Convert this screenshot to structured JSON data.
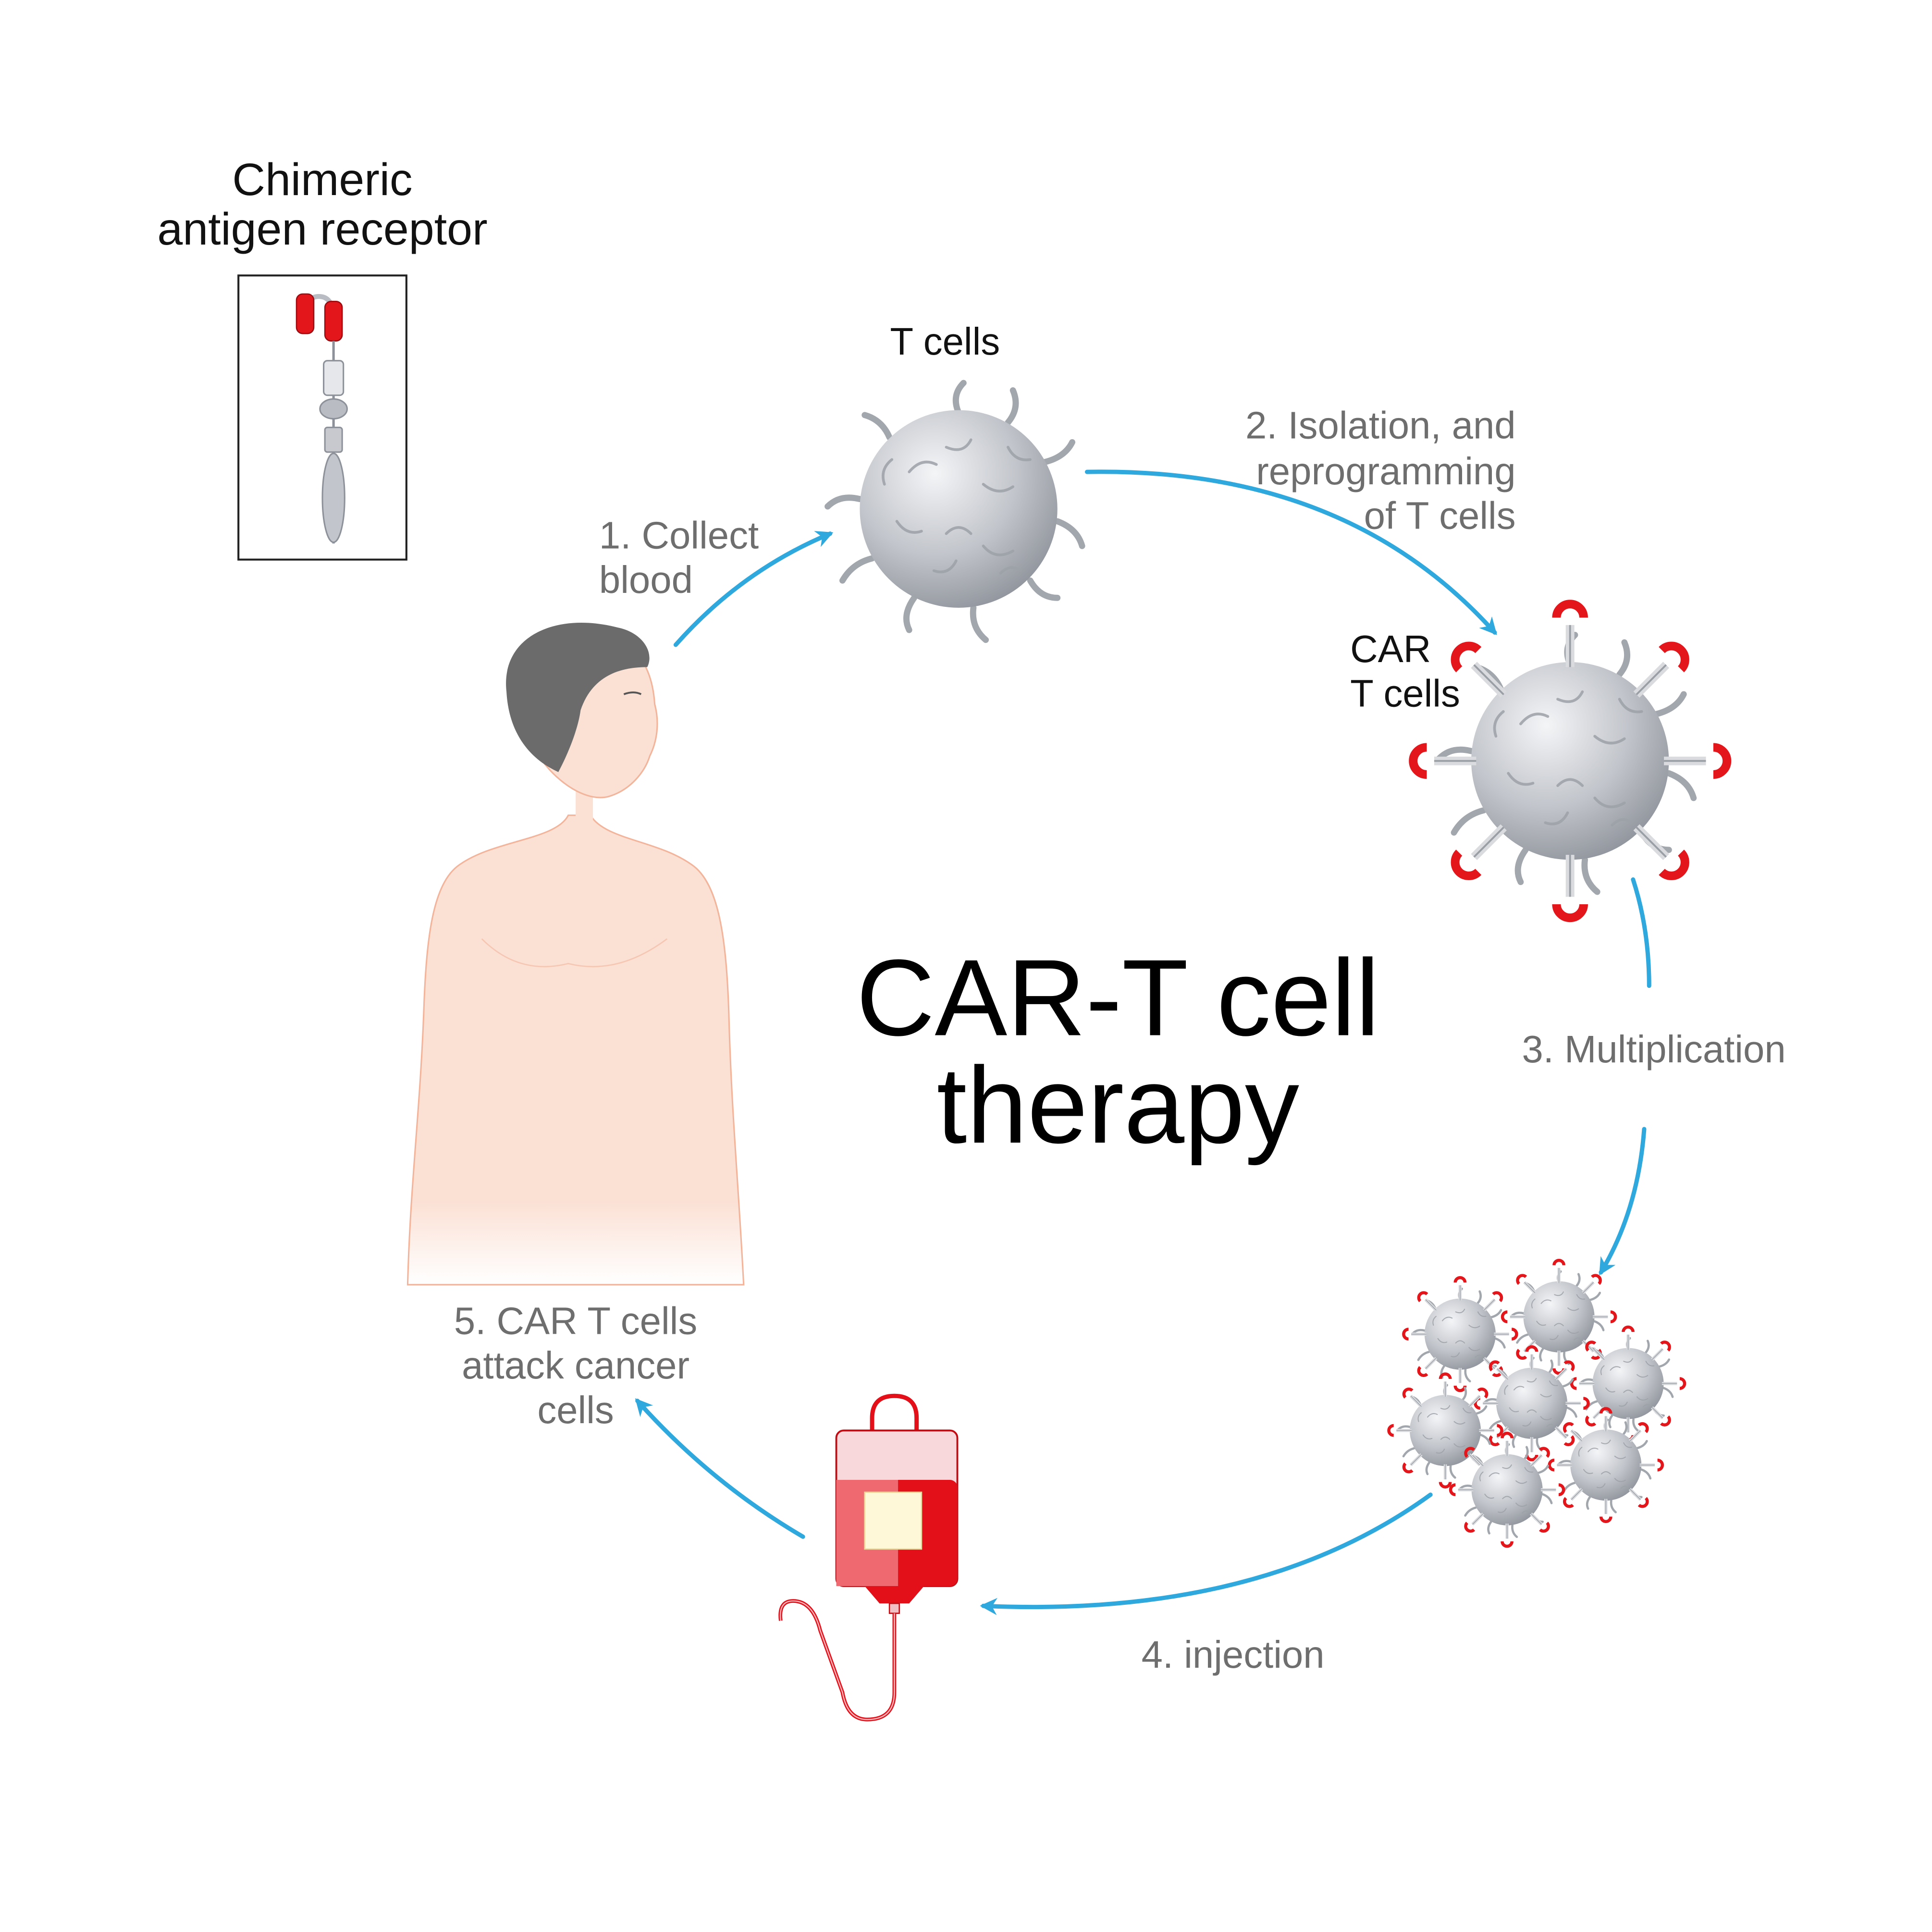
{
  "title": {
    "line1": "CAR-T cell",
    "line2": "therapy"
  },
  "car_panel": {
    "line1": "Chimeric",
    "line2": "antigen receptor"
  },
  "labels": {
    "t_cells": "T cells",
    "car_t_cells_line1": "CAR",
    "car_t_cells_line2": "T cells"
  },
  "steps": {
    "step1": {
      "line1": "1. Collect",
      "line2": "blood"
    },
    "step2": {
      "line1": "2. Isolation, and",
      "line2": "reprogramming",
      "line3": "of T cells"
    },
    "step3": {
      "line1": "3. Multiplication"
    },
    "step4": {
      "line1": "4. injection"
    },
    "step5": {
      "line1": "5. CAR T cells",
      "line2": "attack cancer",
      "line3": "cells"
    }
  },
  "colors": {
    "arrow": "#2fa8de",
    "receptor_red": "#e3161b",
    "cell_gray": "#b9bcc3",
    "skin": "#fbe0d4",
    "hair": "#6b6b6b",
    "blood": "#e3101a"
  }
}
